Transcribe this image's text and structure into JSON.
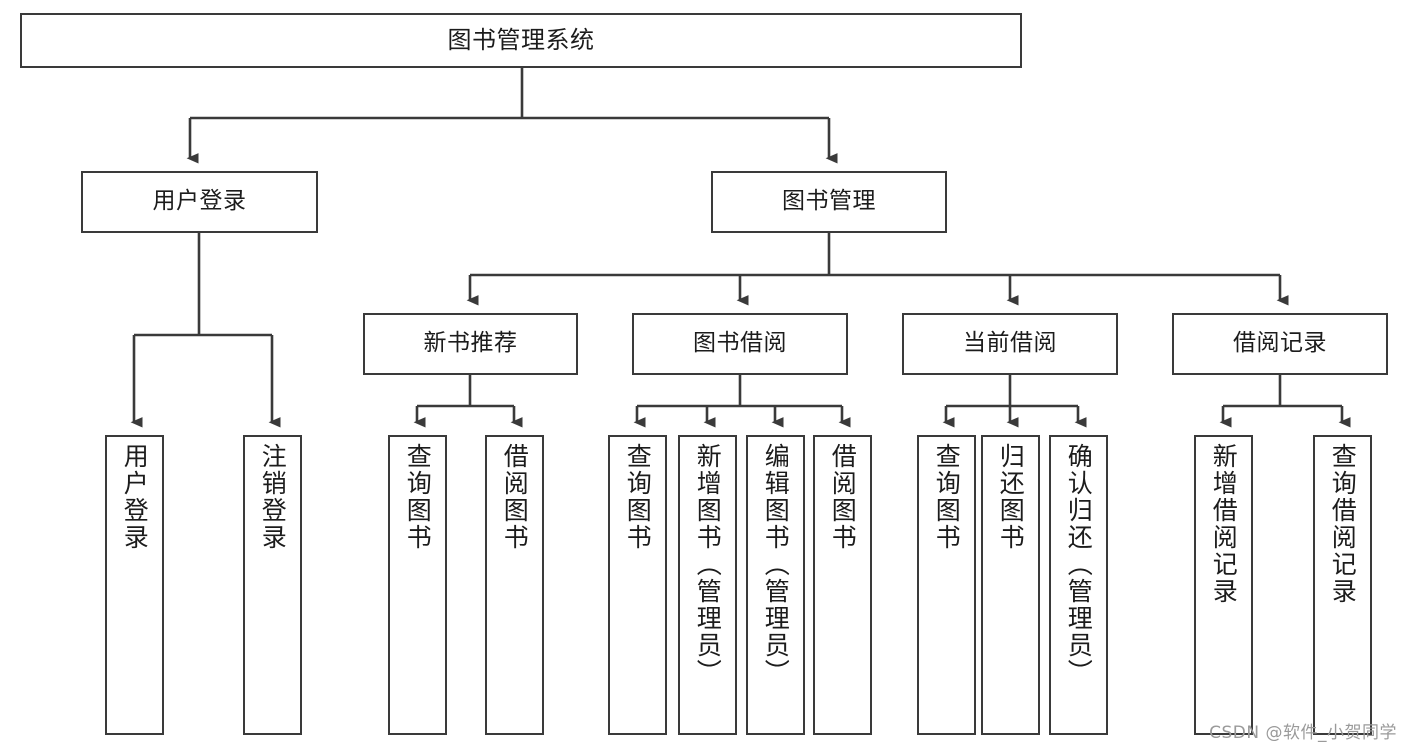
{
  "diagram": {
    "title_node": {
      "label": "图书管理系统"
    },
    "level1": [
      {
        "label": "用户登录"
      },
      {
        "label": "图书管理"
      }
    ],
    "level2": [
      {
        "label": "新书推荐"
      },
      {
        "label": "图书借阅"
      },
      {
        "label": "当前借阅"
      },
      {
        "label": "借阅记录"
      }
    ],
    "leaves": {
      "user_login": [
        {
          "label": "用户登录"
        },
        {
          "label": "注销登录"
        }
      ],
      "new_book_recommend": [
        {
          "label": "查询图书"
        },
        {
          "label": "借阅图书"
        }
      ],
      "book_borrow": [
        {
          "label": "查询图书"
        },
        {
          "label": "新增图书（管理员）"
        },
        {
          "label": "编辑图书（管理员）"
        },
        {
          "label": "借阅图书"
        }
      ],
      "current_borrow": [
        {
          "label": "查询图书"
        },
        {
          "label": "归还图书"
        },
        {
          "label": "确认归还（管理员）"
        }
      ],
      "borrow_record": [
        {
          "label": "新增借阅记录"
        },
        {
          "label": "查询借阅记录"
        }
      ]
    }
  },
  "watermark": {
    "text": "CSDN @软件_小贺同学"
  },
  "colors": {
    "stroke": "#3a3a3a",
    "background": "#ffffff",
    "text": "#1c1c1c",
    "watermark": "#9a9a9a"
  }
}
